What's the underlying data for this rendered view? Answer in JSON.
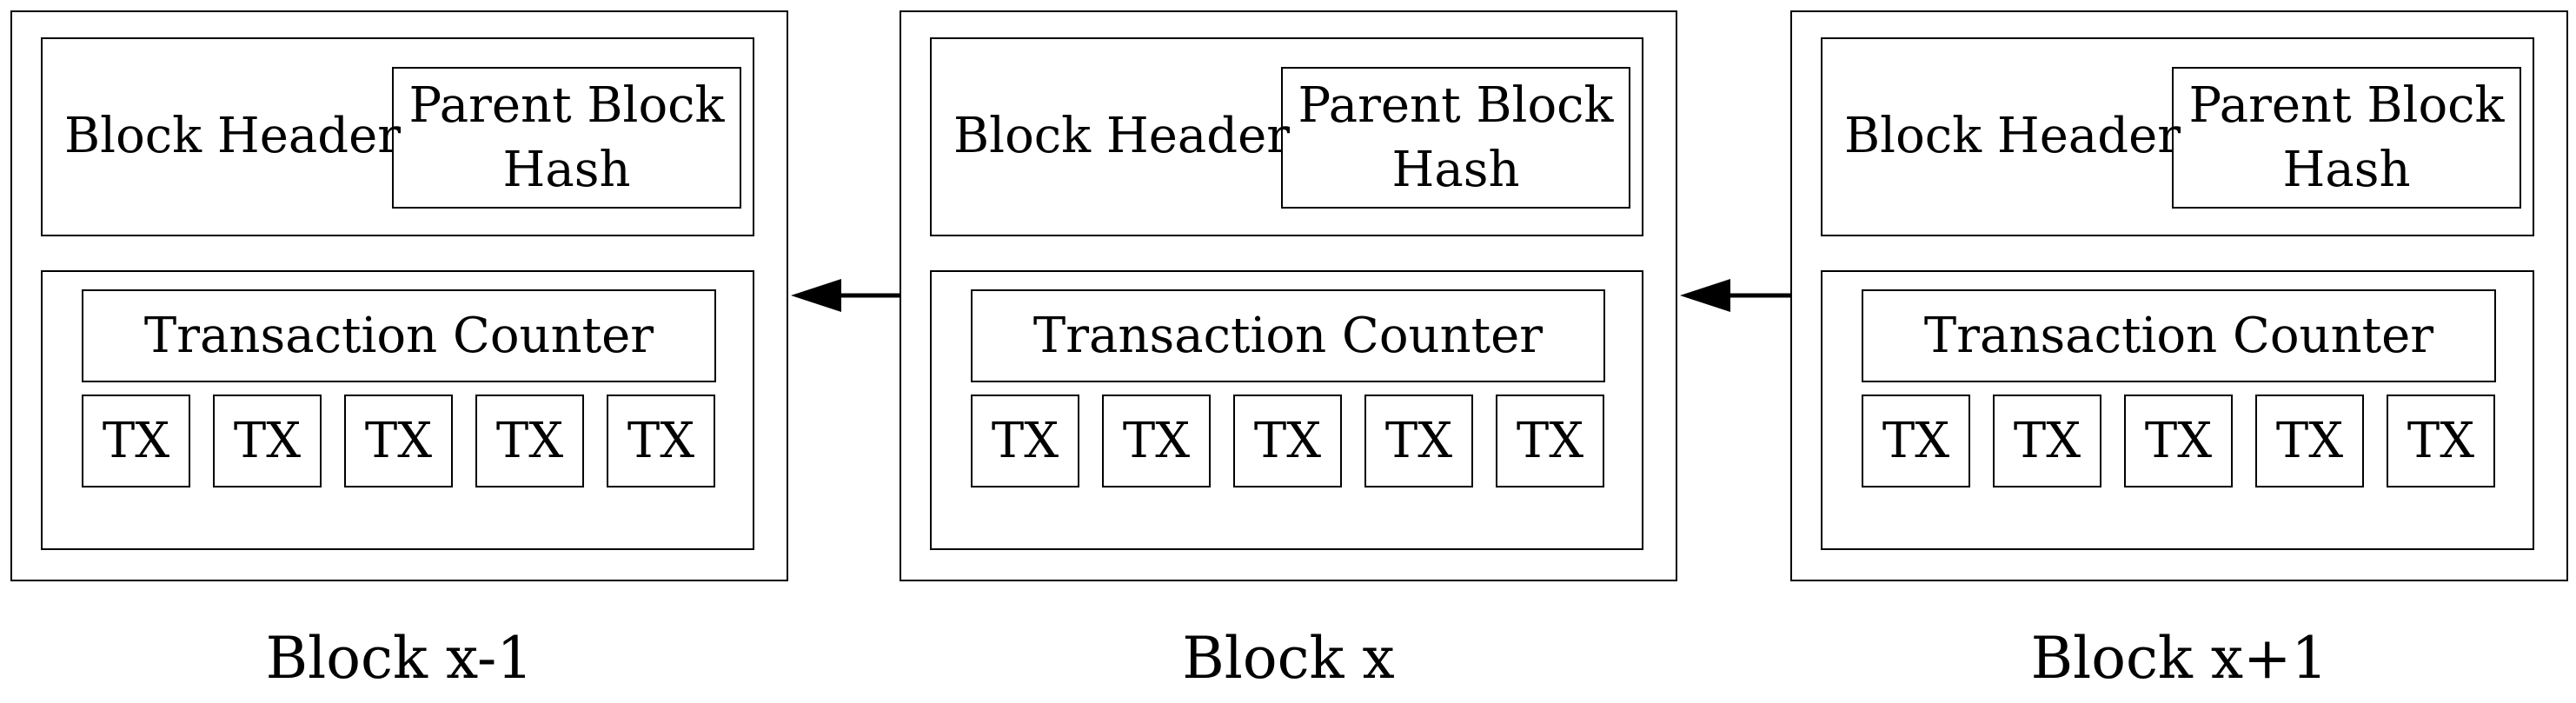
{
  "blocks": [
    {
      "caption": "Block x-1",
      "header_label": "Block Header",
      "parent_hash_label": "Parent Block Hash",
      "counter_label": "Transaction Counter",
      "transactions": [
        "TX",
        "TX",
        "TX",
        "TX",
        "TX"
      ]
    },
    {
      "caption": "Block x",
      "header_label": "Block Header",
      "parent_hash_label": "Parent Block Hash",
      "counter_label": "Transaction Counter",
      "transactions": [
        "TX",
        "TX",
        "TX",
        "TX",
        "TX"
      ]
    },
    {
      "caption": "Block x+1",
      "header_label": "Block Header",
      "parent_hash_label": "Parent Block Hash",
      "counter_label": "Transaction Counter",
      "transactions": [
        "TX",
        "TX",
        "TX",
        "TX",
        "TX"
      ]
    }
  ],
  "links": [
    {
      "from": 1,
      "to": 0
    },
    {
      "from": 2,
      "to": 1
    }
  ]
}
